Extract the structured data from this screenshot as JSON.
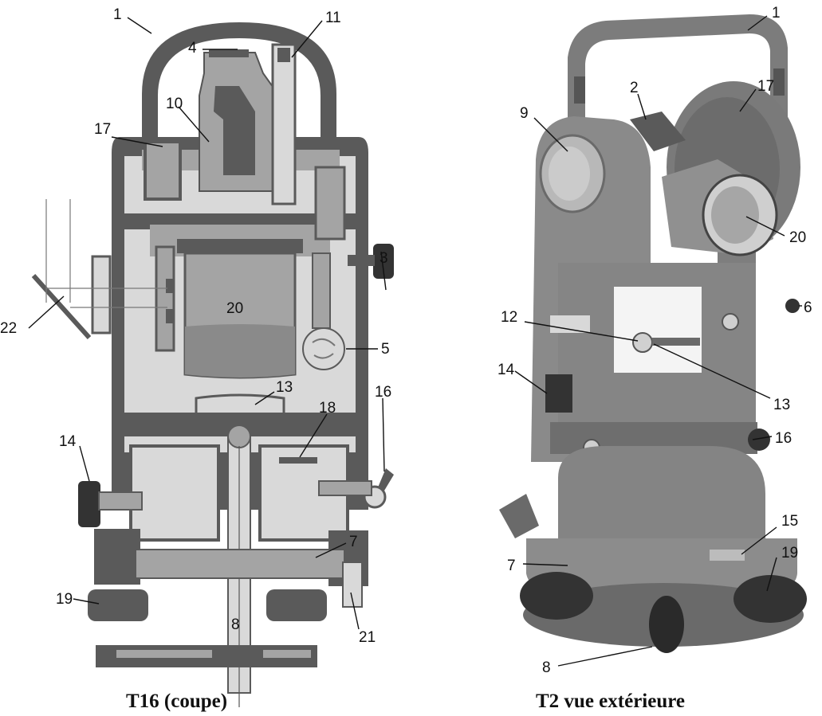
{
  "captions": {
    "left": "T16 (coupe)",
    "right": "T2 vue extérieure"
  },
  "colors": {
    "section_dark": "#5a5a5a",
    "section_mid": "#a4a4a4",
    "section_light": "#d9d9d9",
    "metal": "#8a8a8a"
  },
  "left_labels": {
    "l1": "1",
    "l4": "4",
    "l11": "11",
    "l10": "10",
    "l17": "17",
    "l3": "3",
    "l22": "22",
    "l20": "20",
    "l5": "5",
    "l13": "13",
    "l18": "18",
    "l16": "16",
    "l14": "14",
    "l7": "7",
    "l19": "19",
    "l8": "8",
    "l21": "21"
  },
  "right_labels": {
    "r1": "1",
    "r2": "2",
    "r17": "17",
    "r9": "9",
    "r20": "20",
    "r6": "6",
    "r12": "12",
    "r14": "14",
    "r13": "13",
    "r16": "16",
    "r15": "15",
    "r7": "7",
    "r19": "19",
    "r8": "8"
  }
}
